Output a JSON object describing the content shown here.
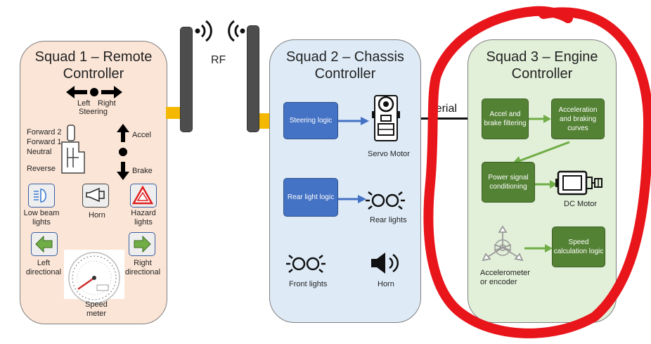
{
  "squad1": {
    "title_line1": "Squad 1 – Remote",
    "title_line2": "Controller",
    "left": "Left",
    "right": "Right",
    "steering": "Steering",
    "forward2": "Forward 2",
    "forward1": "Forward 1",
    "neutral": "Neutral",
    "reverse": "Reverse",
    "accel": "Accel",
    "brake": "Brake",
    "low_beam": "Low beam lights",
    "horn": "Horn",
    "hazard": "Hazard lights",
    "left_dir": "Left directional",
    "right_dir": "Right directional",
    "speed_meter": "Speed meter"
  },
  "rf_label": "RF",
  "serial_label": "Serial",
  "squad2": {
    "title_line1": "Squad 2 – Chassis",
    "title_line2": "Controller",
    "steering_logic": "Steering logic",
    "servo_motor": "Servo Motor",
    "rear_light_logic": "Rear light logic",
    "rear_lights": "Rear lights",
    "front_lights": "Front lights",
    "horn": "Horn"
  },
  "squad3": {
    "title_line1": "Squad 3 – Engine",
    "title_line2": "Controller",
    "accel_brake_filtering": "Accel and brake filtering",
    "accel_braking_curves": "Acceleration and braking curves",
    "power_signal": "Power signal conditioning",
    "dc_motor": "DC Motor",
    "accelerometer": "Accelerometer or encoder",
    "speed_calc": "Speed calculation logic"
  },
  "colors": {
    "squad1_fill": "#fbe5d6",
    "squad2_fill": "#deebf7",
    "squad3_fill": "#e2f0d9",
    "blue_box": "#4472c4",
    "green_box": "#548235",
    "highlight_red": "#e8151b",
    "antenna": "#4d4d4d",
    "connector": "#f5b800"
  }
}
